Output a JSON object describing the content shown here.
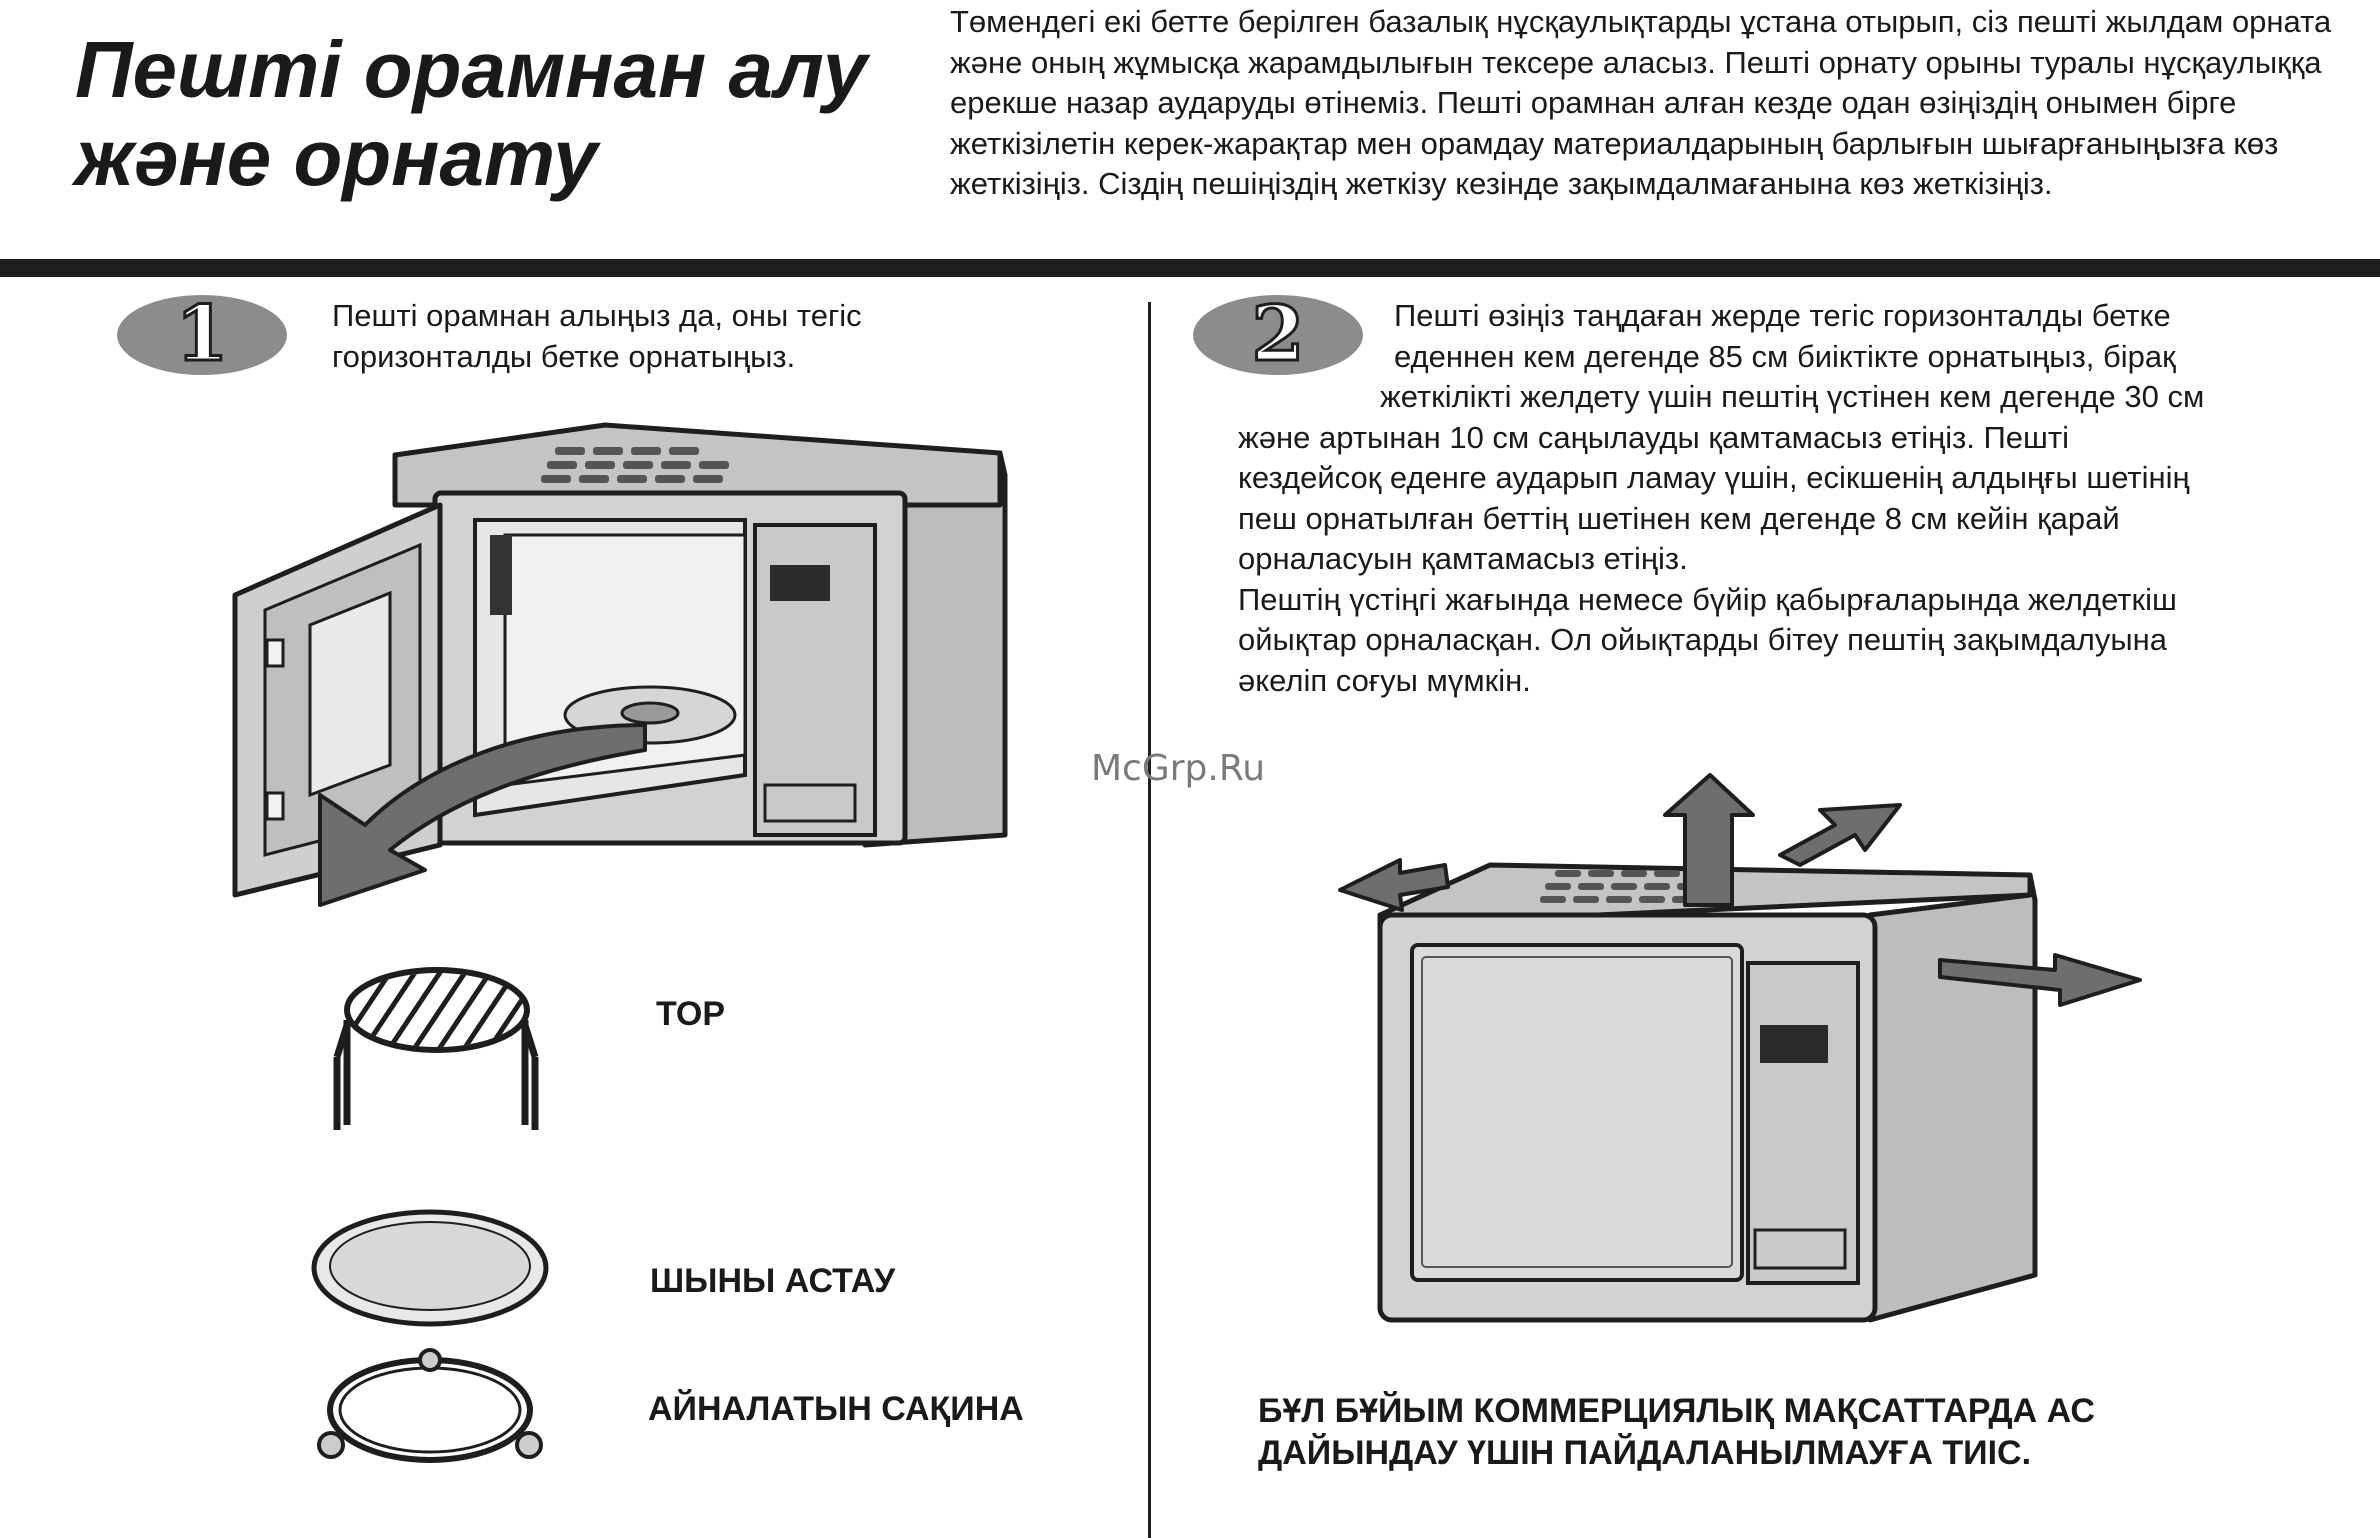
{
  "header": {
    "title_line1": "Пешті орамнан алу",
    "title_line2": "және орнату",
    "intro": "Төмендегі екі бетте берілген базалық нұсқаулықтарды ұстана отырып, сіз пешті жылдам орната және оның жұмысқа жарамдылығын тексере аласыз. Пешті орнату орыны туралы нұсқаулыққа ерекше назар аударуды өтінеміз. Пешті орамнан алған кезде одан өзіңіздің онымен бірге жеткізілетін керек-жарақтар мен орамдау материалдарының барлығын шығарғаныңызға көз жеткізіңіз. Сіздің пешіңіздің жеткізу кезінде зақымдалмағанына көз жеткізіңіз."
  },
  "step1": {
    "badge_number": "1",
    "text": "Пешті орамнан алыңыз да, оны тегіс горизонталды бетке орнатыңыз.",
    "accessories": {
      "rack": "ТОР",
      "glass_tray": "ШЫНЫ АСТАУ",
      "roller_ring": "АЙНАЛАТЫН САҚИНА"
    }
  },
  "step2": {
    "badge_number": "2",
    "lines": [
      "Пешті өзіңіз таңдаған жерде тегіс горизонталды бетке",
      "еденнен кем дегенде 85 см биіктікте орнатыңыз, бірақ",
      "жеткілікті желдету үшін пештің үстінен кем дегенде 30 см",
      "және артынан 10 см саңылауды қамтамасыз етіңіз. Пешті",
      "кездейсоқ еденге аударып ламау үшін, есікшенің алдыңғы шетінің",
      "пеш орнатылған беттің шетінен кем дегенде 8 см кейін қарай",
      "орналасуын қамтамасыз етіңіз.",
      "Пештің үстіңгі жағында немесе бүйір қабырғаларында желдеткіш",
      "ойықтар орналасқан. Ол ойықтарды бітеу пештің зақымдалуына",
      "әкеліп соғуы мүмкін."
    ],
    "warning_line1": "БҰЛ БҰЙЫМ КОММЕРЦИЯЛЫҚ МАҚСАТТАРДА АС",
    "warning_line2": "ДАЙЫНДАУ ҮШІН ПАЙДАЛАНЫЛМАУҒА ТИІС."
  },
  "watermark": "McGrp.Ru",
  "colors": {
    "ink": "#1e1e1e",
    "badge_gray": "#8c8c8c",
    "oven_body": "#d2d2d2",
    "oven_dark": "#9a9a9a",
    "arrow_gray": "#6e6e6e"
  }
}
